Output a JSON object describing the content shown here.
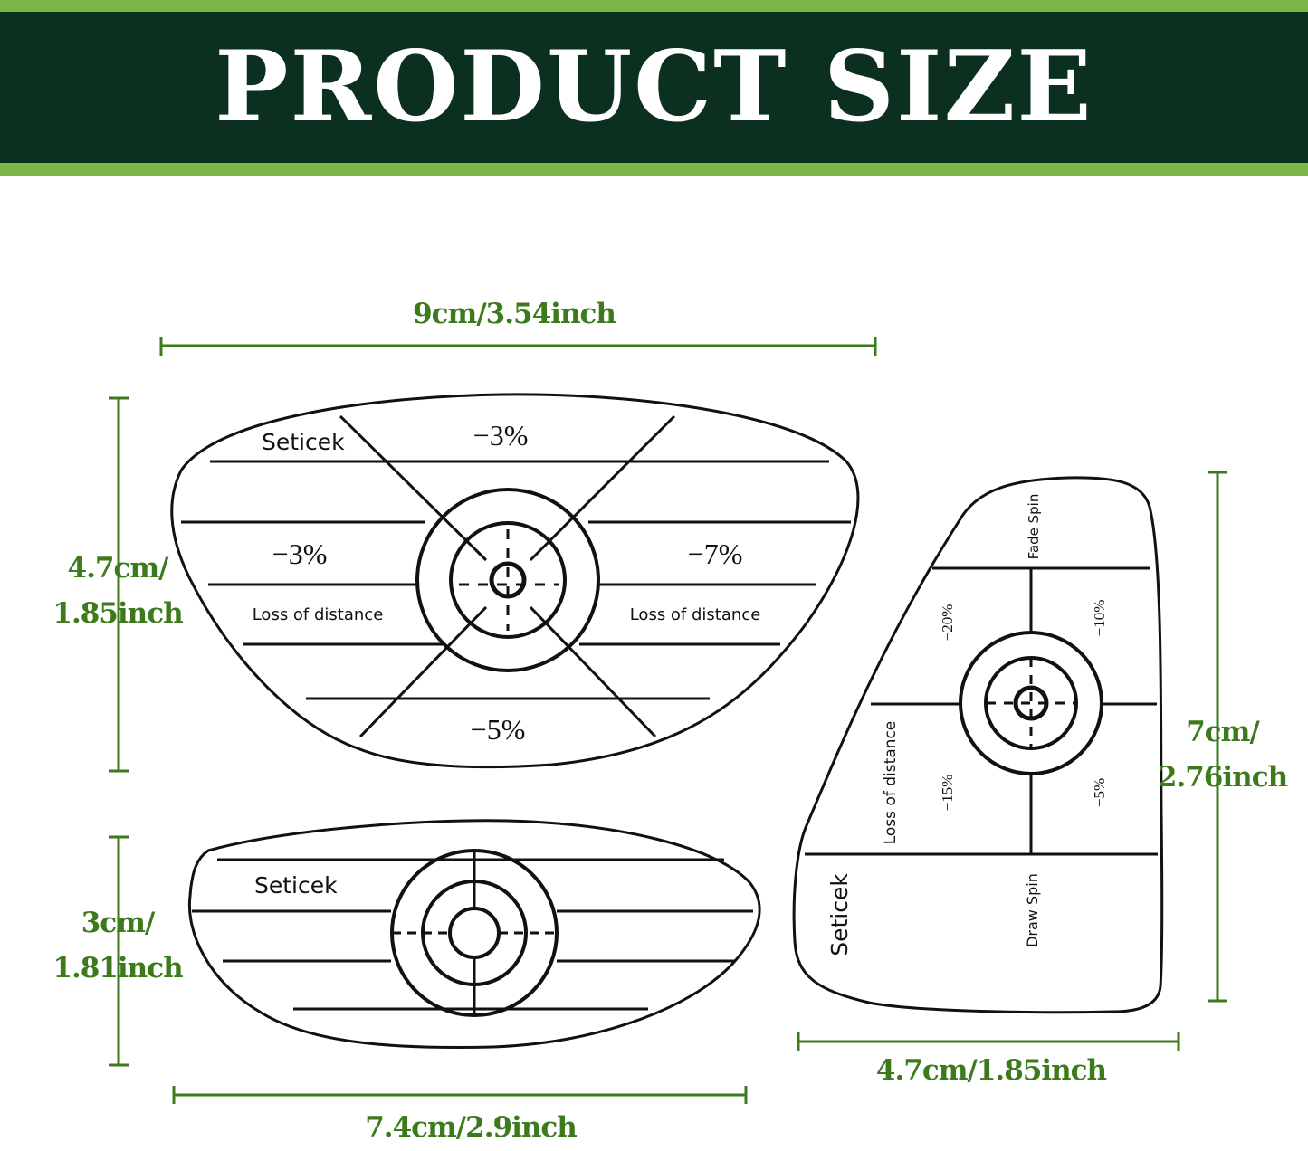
{
  "banner": {
    "title": "PRODUCT SIZE"
  },
  "colors": {
    "banner_dark": "#0b3020",
    "banner_stripe": "#7cb648",
    "dimension_green": "#3d7a1c",
    "outline": "#111111"
  },
  "stickers": {
    "large": {
      "brand": "Seticek",
      "top_percent": "−3%",
      "left_percent": "−3%",
      "right_percent": "−7%",
      "bottom_percent": "−5%",
      "left_caption": "Loss of distance",
      "right_caption": "Loss of distance",
      "width": "9cm/3.54inch",
      "height_line1": "4.7cm/",
      "height_line2": "1.85inch"
    },
    "small": {
      "brand": "Seticek",
      "width": "7.4cm/2.9inch",
      "height_line1": "3cm/",
      "height_line2": "1.81inch"
    },
    "iron": {
      "brand": "Seticek",
      "top_caption": "Fade Spin",
      "bottom_caption": "Draw Spin",
      "side_caption": "Loss of distance",
      "upper_left_percent": "−20%",
      "upper_right_percent": "−10%",
      "lower_left_percent": "−15%",
      "lower_right_percent": "−5%",
      "width": "4.7cm/1.85inch",
      "height_line1": "7cm/",
      "height_line2": "2.76inch"
    }
  }
}
